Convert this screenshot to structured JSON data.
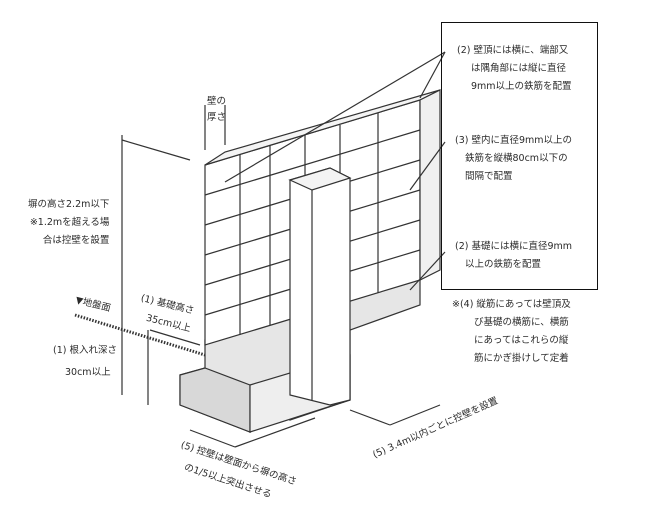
{
  "labels": {
    "wall_thickness": [
      "壁の",
      "厚さ"
    ],
    "wall_height": [
      "塀の高さ2.2m以下",
      "※1.2mを超える場",
      "合は控壁を設置"
    ],
    "ground_level": "▼地盤面",
    "foundation_height": [
      "(1) 基礎高さ",
      "35cm以上"
    ],
    "embedment_depth": [
      "(1) 根入れ深さ",
      "30cm以上"
    ],
    "buttress_projection": [
      "(5) 控壁は壁面から塀の高さ",
      "の1/5以上突出させる"
    ],
    "buttress_spacing": "(5) 3.4m以内ごとに控壁を設置",
    "top_rebar": [
      "(2) 壁頂には横に、端部又",
      "は隅角部には縦に直径",
      "9mm以上の鉄筋を配置"
    ],
    "wall_rebar": [
      "(3) 壁内に直径9mm以上の",
      "鉄筋を縦横80cm以下の",
      "間隔で配置"
    ],
    "foundation_rebar": [
      "(2) 基礎には横に直径9mm",
      "以上の鉄筋を配置"
    ],
    "anchorage_note": [
      "※(4) 縦筋にあっては壁頂及",
      "び基礎の横筋に、横筋",
      "にあってはこれらの縦",
      "筋にかぎ掛けして定着"
    ]
  }
}
